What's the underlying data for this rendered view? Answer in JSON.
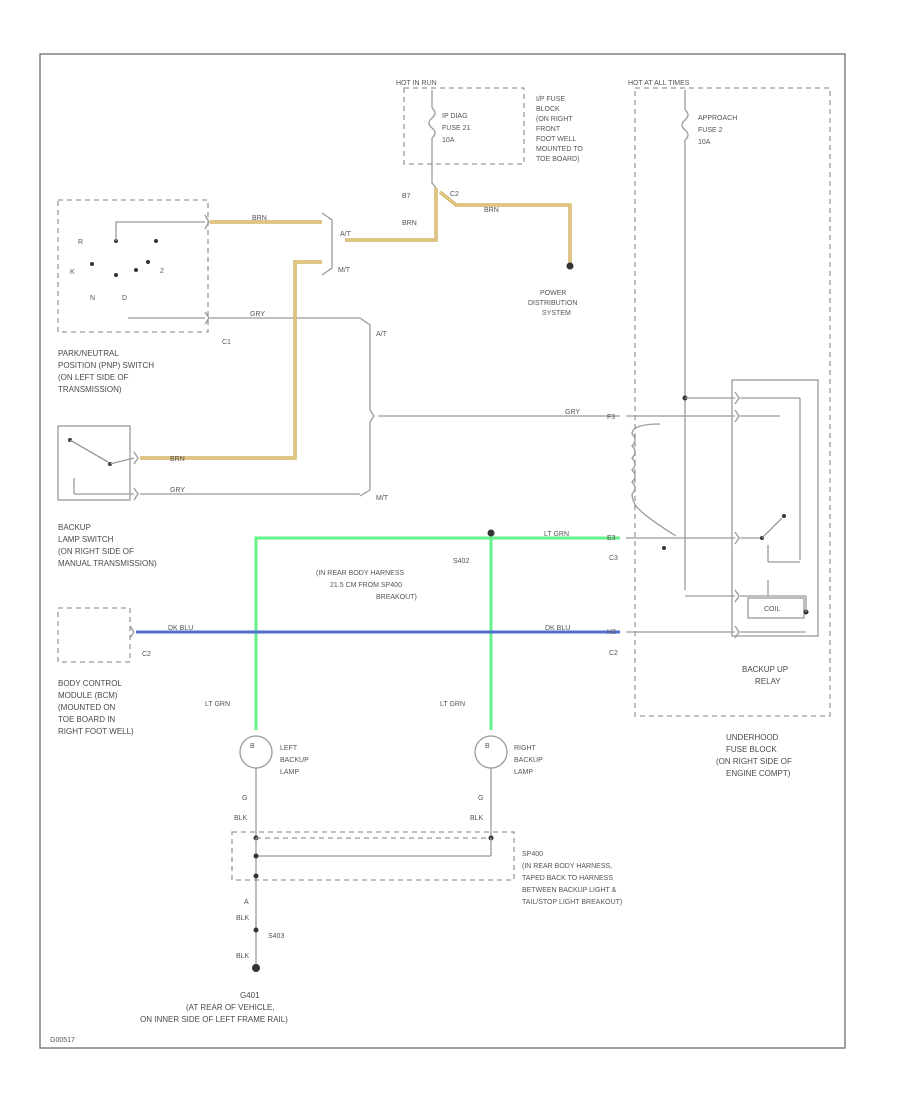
{
  "diagram": {
    "hot_in_run": "HOT IN RUN",
    "hot_at_all_times": "HOT AT ALL TIMES",
    "fuse_ip": [
      "IP DIAG",
      "FUSE 21",
      "10A"
    ],
    "ip_fuse_block": [
      "I/P FUSE",
      "BLOCK",
      "(ON RIGHT",
      "FRONT",
      "FOOT WELL",
      "MOUNTED TO",
      "TOE BOARD)"
    ],
    "fuse_uh": [
      "APPROACH",
      "FUSE 2",
      "10A"
    ],
    "c2_top": "C2",
    "b7": "B7",
    "brn": "BRN",
    "power_dist": [
      "POWER",
      "DISTRIBUTION",
      "SYSTEM"
    ],
    "at": "A/T",
    "mt": "M/T",
    "pnp_label": [
      "PARK/NEUTRAL",
      "POSITION (PNP) SWITCH",
      "(ON LEFT SIDE OF",
      "TRANSMISSION)"
    ],
    "c1": "C1",
    "gry": "GRY",
    "backup_switch": [
      "BACKUP",
      "LAMP SWITCH",
      "(ON RIGHT SIDE OF",
      "MANUAL TRANSMISSION)"
    ],
    "f3": "F3",
    "e3": "E3",
    "h3": "H3",
    "c3": "C3",
    "lt_grn": "LT GRN",
    "splice_s402": [
      "S402",
      "(IN REAR BODY HARNESS",
      "21.5 CM FROM SP400",
      "BREAKOUT)"
    ],
    "dk_blu": "DK BLU",
    "c2": "C2",
    "bcm": [
      "BODY CONTROL",
      "MODULE (BCM)",
      "(MOUNTED ON",
      "TOE BOARD IN",
      "RIGHT FOOT WELL)"
    ],
    "relay_label": [
      "BACKUP UP",
      "RELAY"
    ],
    "coil": "COIL",
    "underhood": [
      "UNDERHOOD",
      "FUSE BLOCK",
      "(ON RIGHT SIDE OF",
      "ENGINE COMPT)"
    ],
    "left_lamp": [
      "LEFT",
      "BACKUP",
      "LAMP"
    ],
    "right_lamp": [
      "RIGHT",
      "BACKUP",
      "LAMP"
    ],
    "blk": "BLK",
    "g": "G",
    "sp400": [
      "SP400",
      "(IN REAR BODY HARNESS,",
      "TAPED BACK TO HARNESS",
      "BETWEEN BACKUP LIGHT &",
      "TAIL/STOP LIGHT BREAKOUT)"
    ],
    "s403": "S403",
    "g401": [
      "G401",
      "(AT REAR OF VEHICLE,",
      "ON INNER SIDE OF LEFT FRAME RAIL)"
    ],
    "fig": "G00517"
  }
}
